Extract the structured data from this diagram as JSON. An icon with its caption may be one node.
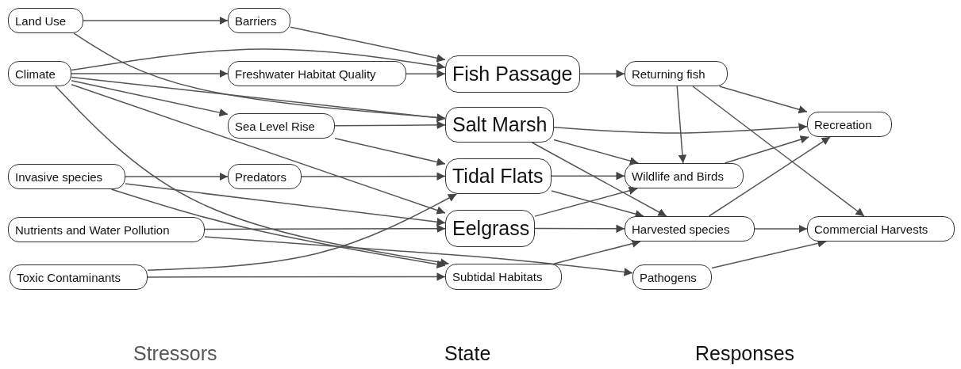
{
  "diagram": {
    "nodes": [
      {
        "text": [
          "Land Use"
        ]
      },
      {
        "text": [
          "Climate"
        ]
      },
      {
        "text": [
          "Invasive species"
        ]
      },
      {
        "text": [
          "Nutrients and Water Pollution"
        ]
      },
      {
        "text": [
          "Toxic Contaminants"
        ]
      },
      {
        "text": [
          "Barriers"
        ]
      },
      {
        "text": [
          "Freshwater Habitat Quality"
        ]
      },
      {
        "text": [
          "Sea Level Rise"
        ]
      },
      {
        "text": [
          "Predators"
        ]
      },
      {
        "text": [
          "Fish Passage"
        ]
      },
      {
        "text": [
          "Salt Marsh"
        ]
      },
      {
        "text": [
          "Tidal Flats"
        ]
      },
      {
        "text": [
          "Eelgrass"
        ]
      },
      {
        "text": [
          "Subtidal Habitats"
        ]
      },
      {
        "text": [
          "Returning fish"
        ]
      },
      {
        "text": [
          "Wildlife and Birds"
        ]
      },
      {
        "text": [
          "Harvested species"
        ]
      },
      {
        "text": [
          "Pathogens"
        ]
      },
      {
        "text": [
          "Recreation"
        ]
      },
      {
        "text": [
          "Commercial Harvests"
        ]
      }
    ],
    "edges": [
      {
        "from": 0,
        "to": 5,
        "arrow": "to"
      },
      {
        "from": 0,
        "to": 10,
        "arrow": "to"
      },
      {
        "from": 5,
        "to": 9,
        "arrow": "to"
      },
      {
        "from": 1,
        "to": 9,
        "arrow": "to"
      },
      {
        "from": 1,
        "to": 6,
        "arrow": "to"
      },
      {
        "from": 1,
        "to": 10,
        "arrow": "to"
      },
      {
        "from": 1,
        "to": 7,
        "arrow": "to"
      },
      {
        "from": 1,
        "to": 12,
        "arrow": "to"
      },
      {
        "from": 1,
        "to": 13,
        "arrow": "to"
      },
      {
        "from": 6,
        "to": 9,
        "arrow": "to"
      },
      {
        "from": 7,
        "to": 10,
        "arrow": "to"
      },
      {
        "from": 7,
        "to": 11,
        "arrow": "to"
      },
      {
        "from": 2,
        "to": 8,
        "arrow": "to"
      },
      {
        "from": 2,
        "to": 12,
        "arrow": "to"
      },
      {
        "from": 2,
        "to": 13,
        "arrow": "to"
      },
      {
        "from": 8,
        "to": 11,
        "arrow": "to"
      },
      {
        "from": 3,
        "to": 12,
        "arrow": "to"
      },
      {
        "from": 3,
        "to": 17,
        "arrow": "to"
      },
      {
        "from": 4,
        "to": 11,
        "arrow": "to"
      },
      {
        "from": 4,
        "to": 13,
        "arrow": "to"
      },
      {
        "from": 9,
        "to": 14,
        "arrow": "to"
      },
      {
        "from": 10,
        "to": 18,
        "arrow": "to"
      },
      {
        "from": 10,
        "to": 15,
        "arrow": "to"
      },
      {
        "from": 10,
        "to": 16,
        "arrow": "to"
      },
      {
        "from": 11,
        "to": 15,
        "arrow": "to"
      },
      {
        "from": 11,
        "to": 16,
        "arrow": "to"
      },
      {
        "from": 12,
        "to": 15,
        "arrow": "to"
      },
      {
        "from": 12,
        "to": 16,
        "arrow": "to"
      },
      {
        "from": 13,
        "to": 16,
        "arrow": "to"
      },
      {
        "from": 14,
        "to": 15,
        "arrow": "to"
      },
      {
        "from": 14,
        "to": 18,
        "arrow": "to"
      },
      {
        "from": 14,
        "to": 19,
        "arrow": "to"
      },
      {
        "from": 15,
        "to": 18,
        "arrow": "to"
      },
      {
        "from": 16,
        "to": 18,
        "arrow": "to"
      },
      {
        "from": 16,
        "to": 19,
        "arrow": "to"
      },
      {
        "from": 17,
        "to": 19,
        "arrow": "to"
      }
    ],
    "labels": [
      "Stressors",
      "State",
      "Responses"
    ]
  }
}
